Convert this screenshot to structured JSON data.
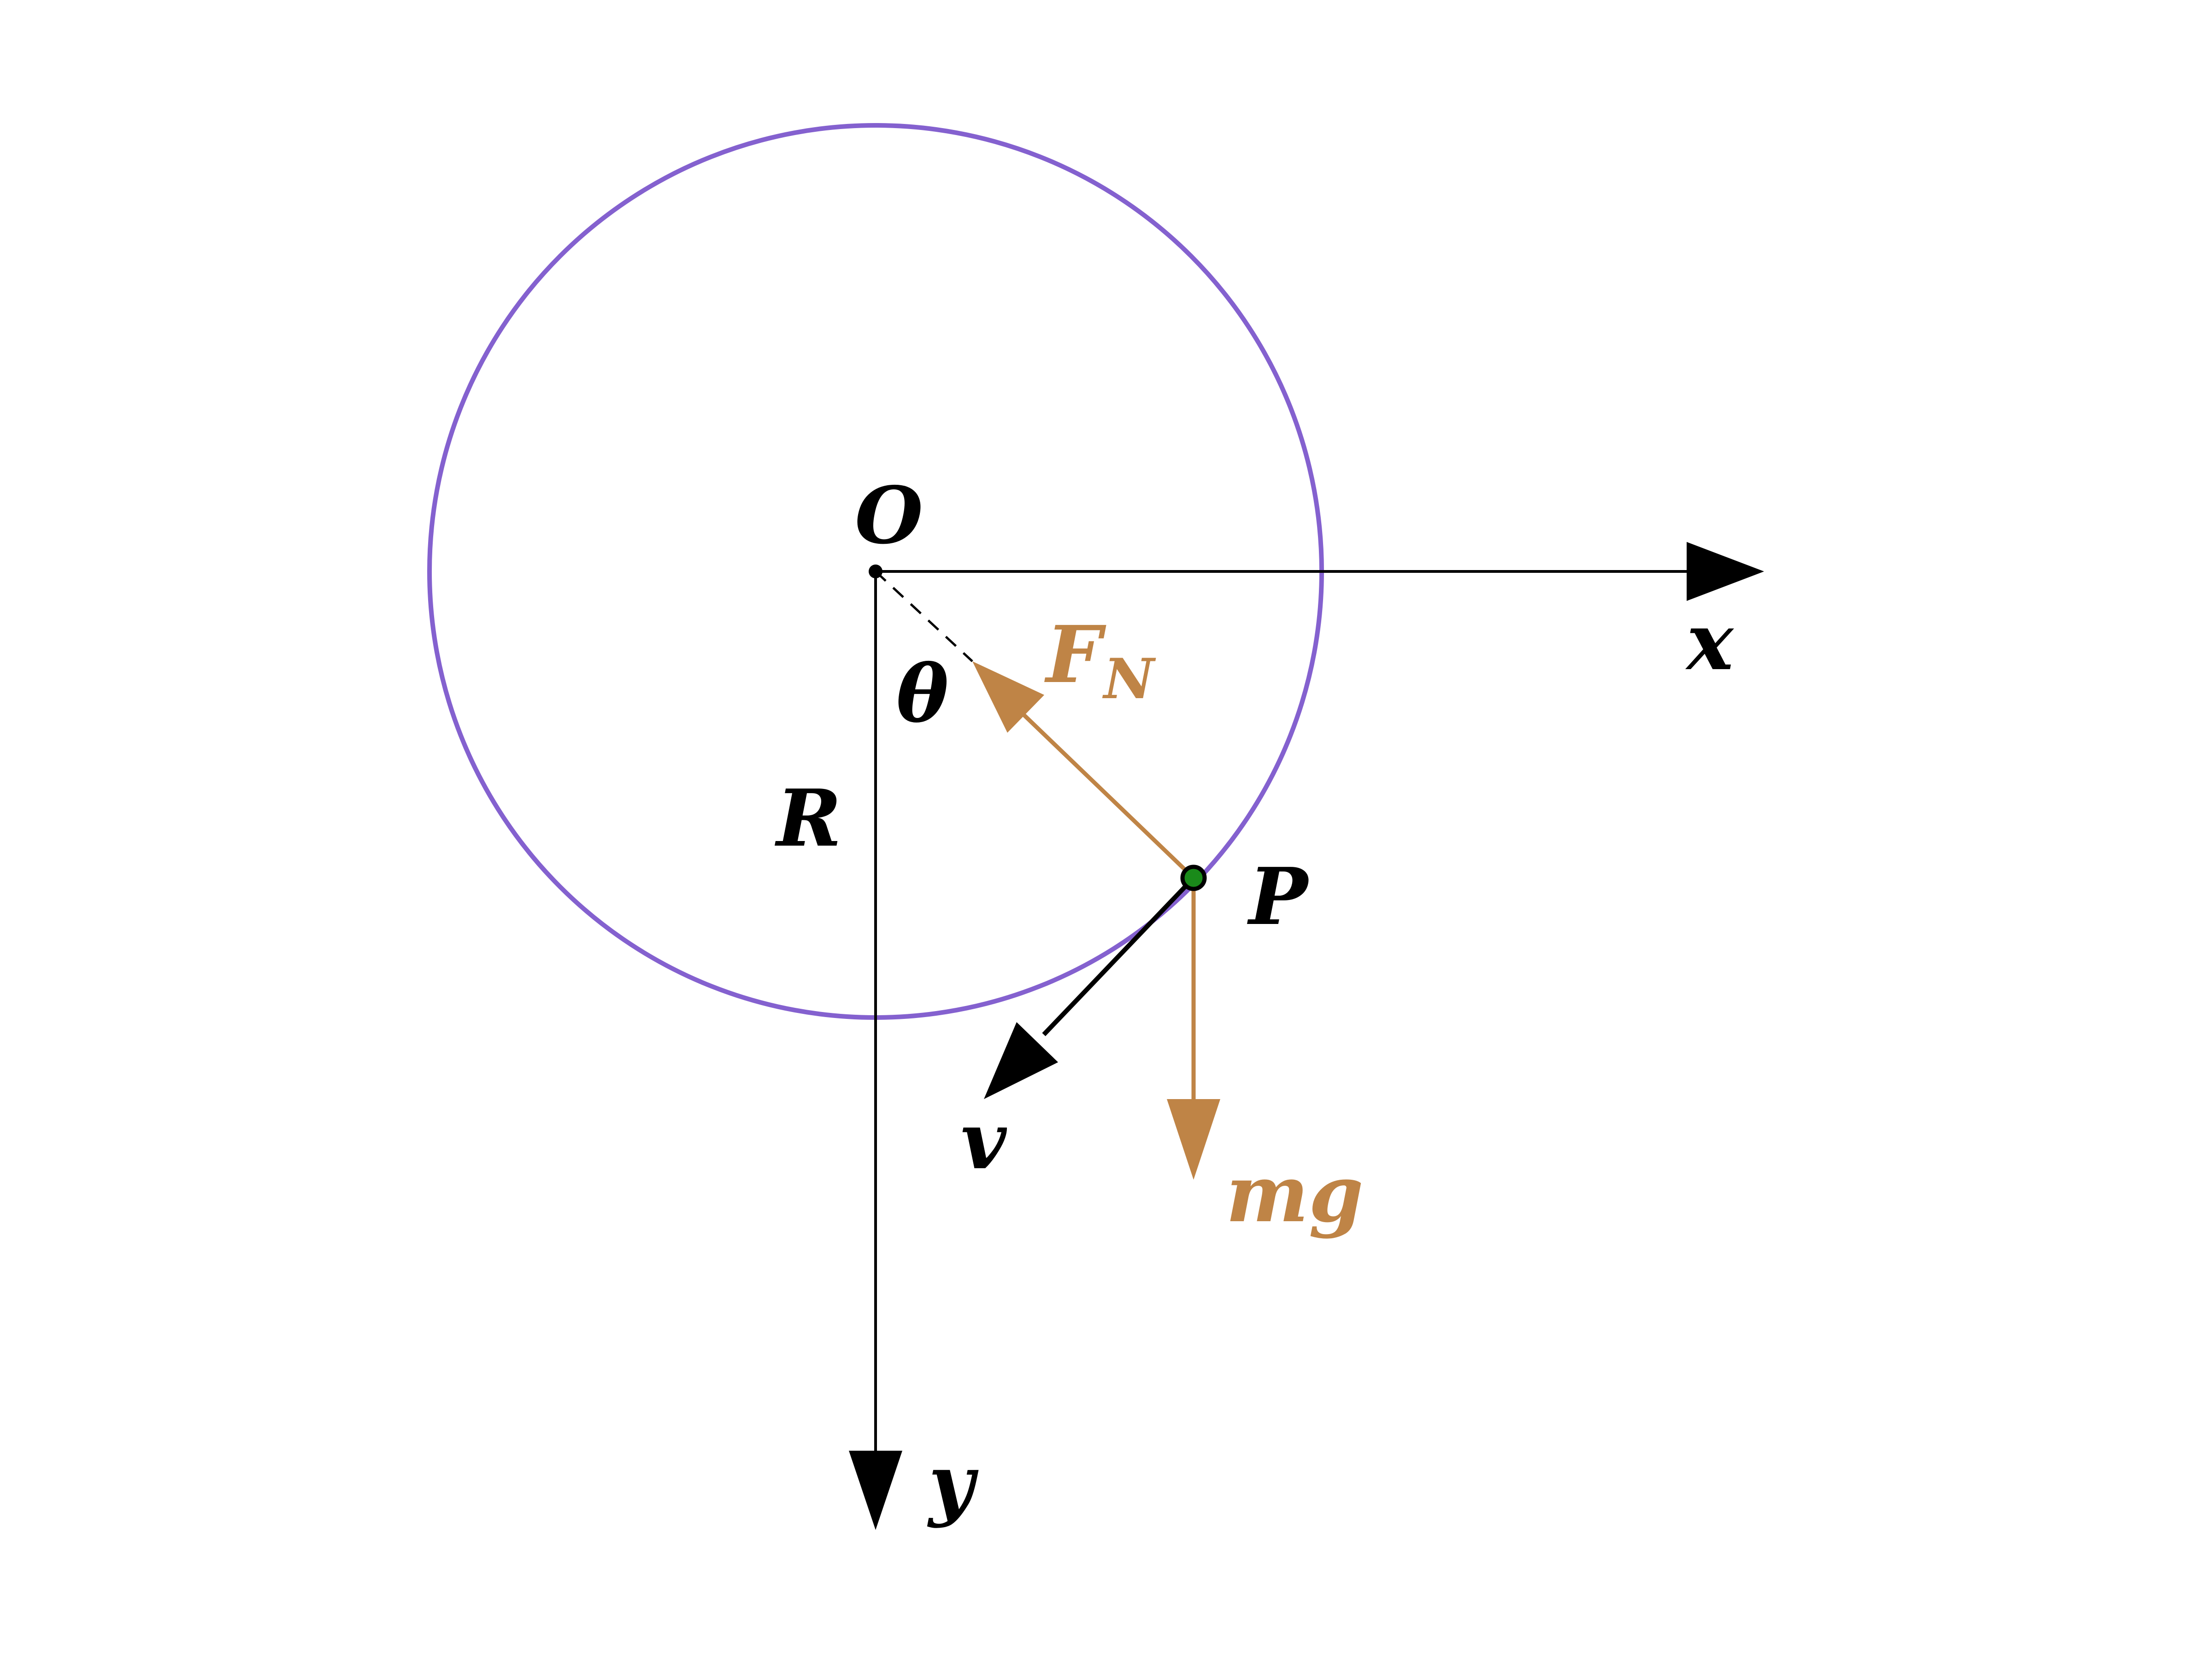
{
  "labels": {
    "origin": "O",
    "x_axis": "x",
    "y_axis": "y",
    "angle": "θ",
    "radius": "R",
    "point": "P",
    "normal_force_main": "F",
    "normal_force_sub": "N",
    "velocity": "v",
    "weight": "mg"
  },
  "colors": {
    "circle": "#8461cf",
    "force": "#bf8446",
    "axes": "#000000",
    "point_fill": "#1a8a1a",
    "background": "#ffffff"
  }
}
